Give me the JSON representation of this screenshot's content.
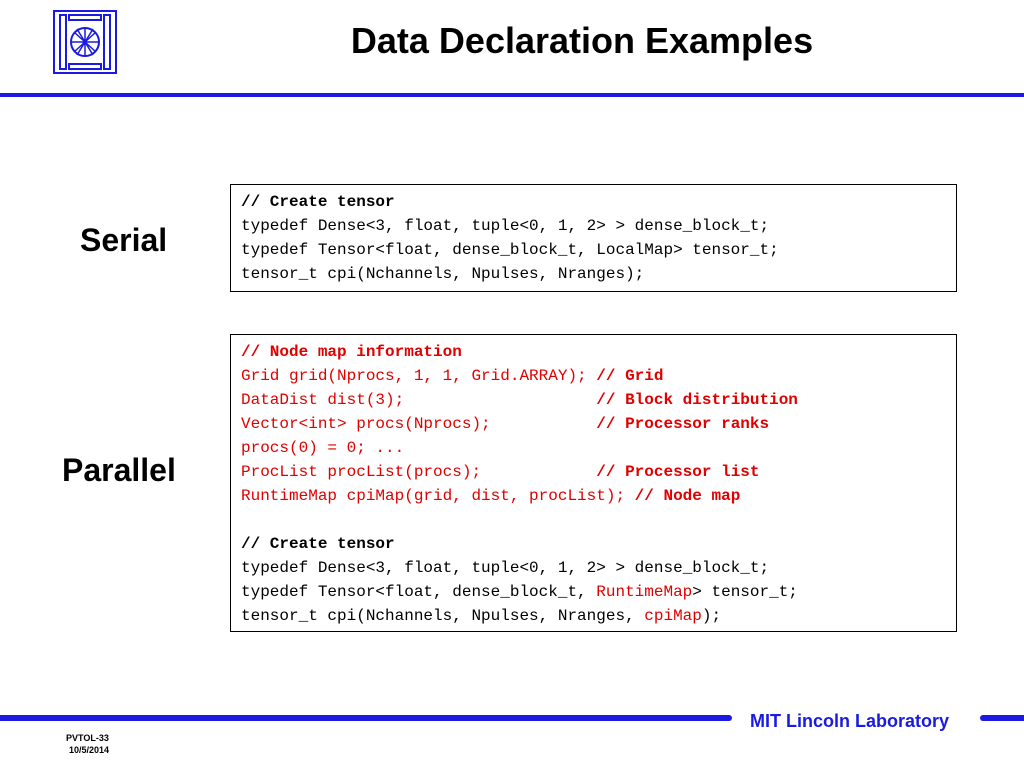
{
  "header": {
    "title": "Data Declaration Examples",
    "logo": "mit-ll-logo",
    "rule_color": "#1a1ae0"
  },
  "serial": {
    "label": "Serial",
    "code": {
      "comment": "// Create tensor",
      "line1": "typedef Dense<3, float, tuple<0, 1, 2> > dense_block_t;",
      "line2": "typedef Tensor<float, dense_block_t, LocalMap> tensor_t;",
      "line3": "tensor_t cpi(Nchannels, Npulses, Nranges);"
    }
  },
  "parallel": {
    "label": "Parallel",
    "map": {
      "comment": "// Node map information",
      "grid_code": "Grid grid(Nprocs, 1, 1, Grid.ARRAY); ",
      "grid_comment": "// Grid",
      "dist_code": "DataDist dist(3);                    ",
      "dist_comment": "// Block distribution",
      "vector_code": "Vector<int> procs(Nprocs);           ",
      "vector_comment": "// Processor ranks",
      "procs_code": "procs(0) = 0; ...",
      "proclist_code": "ProcList procList(procs);            ",
      "proclist_comment": "// Processor list",
      "runtime_code": "RuntimeMap cpiMap(grid, dist, procList); ",
      "runtime_comment": "// Node map"
    },
    "tensor": {
      "comment": "// Create tensor",
      "line1": "typedef Dense<3, float, tuple<0, 1, 2> > dense_block_t;",
      "line2_pre": "typedef Tensor<float, dense_block_t, ",
      "line2_red": "RuntimeMap",
      "line2_post": "> tensor_t;",
      "line3_pre": "tensor_t cpi(Nchannels, Npulses, Nranges, ",
      "line3_red": "cpiMap",
      "line3_post": ");"
    }
  },
  "footer": {
    "org": "MIT Lincoln Laboratory",
    "slide_id": "PVTOL-33",
    "date": "10/5/2014",
    "accent_color": "#1a1ae0"
  }
}
